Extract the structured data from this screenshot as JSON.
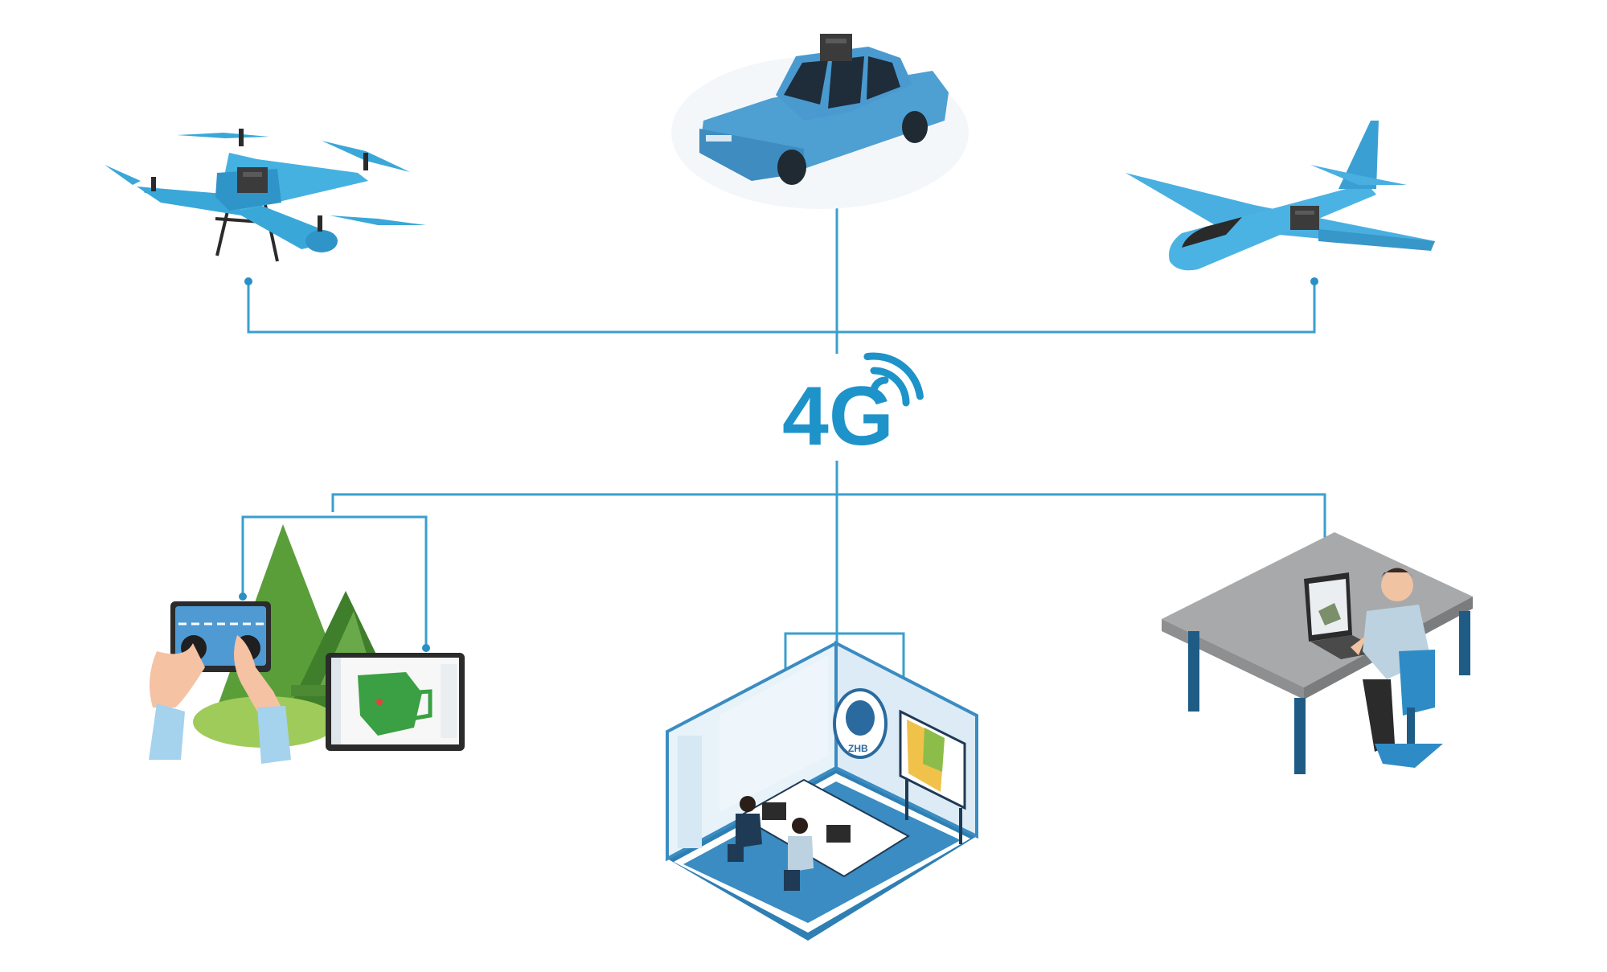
{
  "hub": {
    "label": "4G",
    "icon": "wireless-signal-icon"
  },
  "colors": {
    "connector": "#3a9fce",
    "accent_blue": "#1e93c9",
    "device_blue": "#45a8d8",
    "device_blue_dark": "#2c86b8",
    "car_blue": "#4b9cd0",
    "terminal_box": "#3b3b3b",
    "forest_green": "#5a9e3a",
    "map_green": "#3aa043",
    "table_gray": "#a8a9ab",
    "room_floor": "#2f7fb3"
  },
  "top_row": [
    {
      "id": "drone",
      "icon": "quadcopter-drone-icon"
    },
    {
      "id": "car",
      "icon": "car-icon"
    },
    {
      "id": "airplane",
      "icon": "airplane-icon"
    }
  ],
  "bottom_row": [
    {
      "id": "field-terminals",
      "icon": "remote-controller-and-tablet-icon"
    },
    {
      "id": "command-center",
      "icon": "control-room-icon"
    },
    {
      "id": "remote-workstation",
      "icon": "person-at-laptop-icon"
    }
  ],
  "room_logo": {
    "letters": "ZHB"
  }
}
